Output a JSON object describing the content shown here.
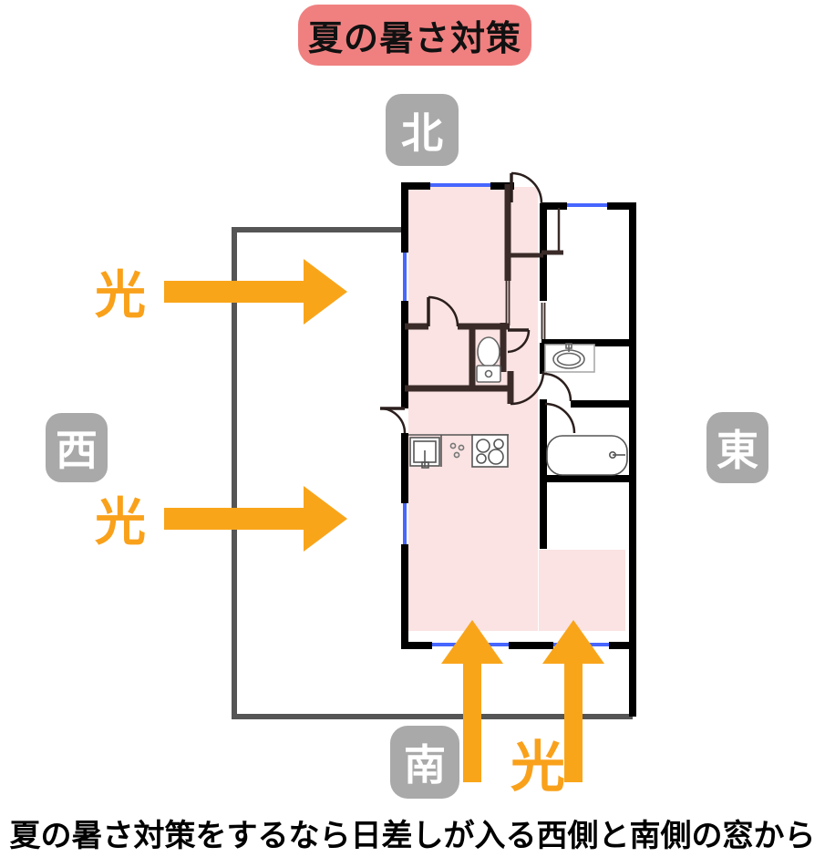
{
  "title": "夏の暑さ対策",
  "directions": {
    "north": "北",
    "west": "西",
    "east": "東",
    "south": "南"
  },
  "lights": {
    "west_upper": "光",
    "west_lower": "光",
    "south": "光"
  },
  "caption": "夏の暑さ対策をするなら日差しが入る西側と南側の窓から",
  "colors": {
    "title_bg": "#F08080",
    "title_text": "#111111",
    "badge_bg": "#A9A9A9",
    "badge_text": "#FFFFFF",
    "light_arrow": "#F9A51A",
    "sunlit_room_fill": "#FAE3E2",
    "wall_outer": "#000000",
    "wall_inner": "#3A2B28",
    "window_line": "#4666FF",
    "site_outline": "#555555"
  },
  "floorplan": {
    "sunlit_sides": [
      "west",
      "south"
    ],
    "fixture_icons": [
      "entrance-door-icon",
      "toilet-icon",
      "washbasin-icon",
      "kitchen-sink-icon",
      "stove-icon",
      "bathtub-icon"
    ]
  }
}
